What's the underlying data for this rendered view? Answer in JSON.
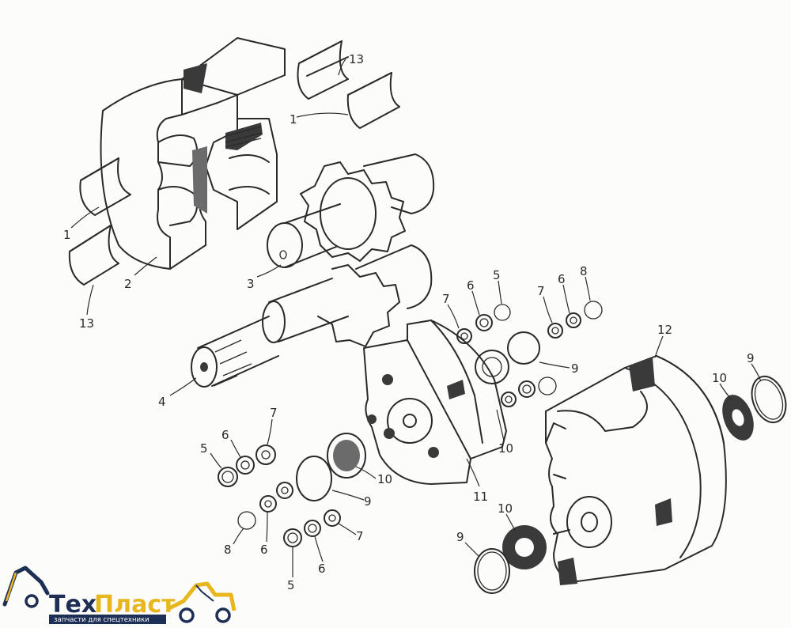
{
  "logo": {
    "brand_part1": "Тех",
    "brand_part2": "Пласт",
    "tagline": "запчасти для спецтехники",
    "colors": {
      "dark": "#1d2f55",
      "accent": "#e8b61e"
    }
  },
  "callouts": [
    {
      "id": "c13a",
      "label": "13"
    },
    {
      "id": "c1a",
      "label": "1"
    },
    {
      "id": "c1b",
      "label": "1"
    },
    {
      "id": "c13b",
      "label": "13"
    },
    {
      "id": "c2",
      "label": "2"
    },
    {
      "id": "c3",
      "label": "3"
    },
    {
      "id": "c4",
      "label": "4"
    },
    {
      "id": "c7a",
      "label": "7"
    },
    {
      "id": "c6a",
      "label": "6"
    },
    {
      "id": "c5a",
      "label": "5"
    },
    {
      "id": "c7b",
      "label": "7"
    },
    {
      "id": "c6b",
      "label": "6"
    },
    {
      "id": "c8a",
      "label": "8"
    },
    {
      "id": "c9a",
      "label": "9"
    },
    {
      "id": "c12",
      "label": "12"
    },
    {
      "id": "c10a",
      "label": "10"
    },
    {
      "id": "c9b",
      "label": "9"
    },
    {
      "id": "c10b",
      "label": "10"
    },
    {
      "id": "c11",
      "label": "11"
    },
    {
      "id": "c5b",
      "label": "5"
    },
    {
      "id": "c6c",
      "label": "6"
    },
    {
      "id": "c7c",
      "label": "7"
    },
    {
      "id": "c10c",
      "label": "10"
    },
    {
      "id": "c9c",
      "label": "9"
    },
    {
      "id": "c8b",
      "label": "8"
    },
    {
      "id": "c6d",
      "label": "6"
    },
    {
      "id": "c6e",
      "label": "6"
    },
    {
      "id": "c7d",
      "label": "7"
    },
    {
      "id": "c5c",
      "label": "5"
    },
    {
      "id": "c10d",
      "label": "10"
    },
    {
      "id": "c9d",
      "label": "9"
    }
  ]
}
